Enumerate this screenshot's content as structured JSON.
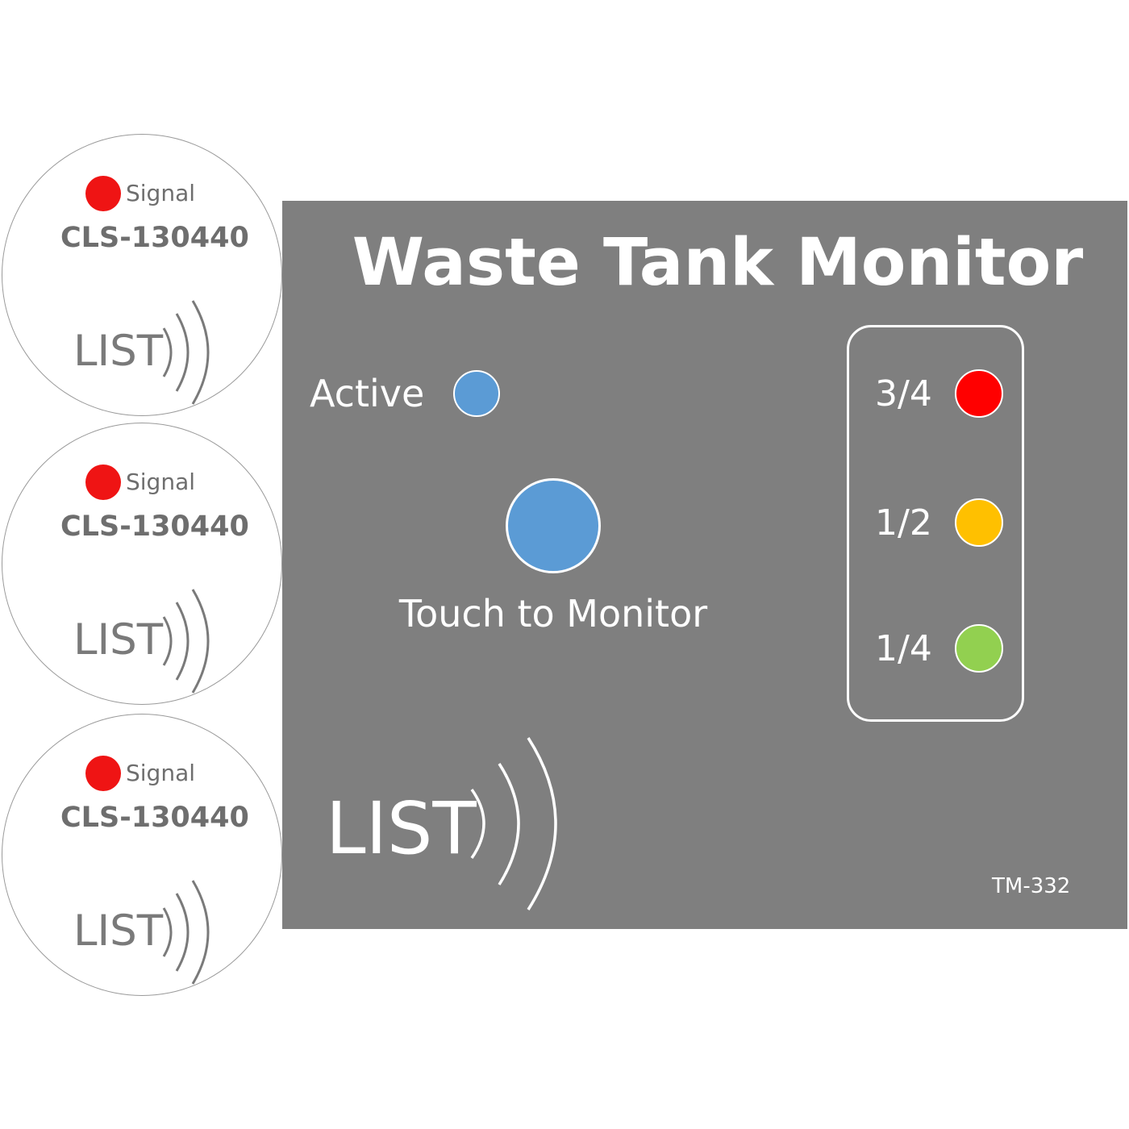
{
  "sensors": [
    {
      "signal_label": "Signal",
      "model": "CLS-130440",
      "brand": "LIST",
      "led_color": "#ef1414"
    },
    {
      "signal_label": "Signal",
      "model": "CLS-130440",
      "brand": "LIST",
      "led_color": "#ef1414"
    },
    {
      "signal_label": "Signal",
      "model": "CLS-130440",
      "brand": "LIST",
      "led_color": "#ef1414"
    }
  ],
  "monitor": {
    "title": "Waste Tank Monitor",
    "active_label": "Active",
    "touch_label": "Touch to Monitor",
    "levels": [
      {
        "label": "3/4",
        "color": "#ff0000"
      },
      {
        "label": "1/2",
        "color": "#ffc000"
      },
      {
        "label": "1/4",
        "color": "#92d050"
      }
    ],
    "brand": "LIST",
    "model_code": "TM-332",
    "panel_color": "#7f7f7f",
    "indicator_color": "#5b9bd5"
  }
}
